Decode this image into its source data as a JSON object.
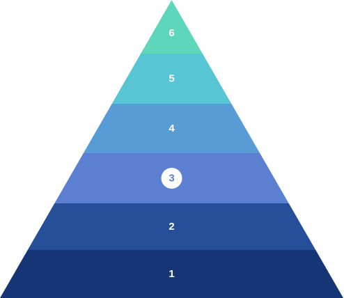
{
  "pyramid": {
    "highlighted_level": "3",
    "levels": [
      {
        "label": "6",
        "color": "#5dd6bc"
      },
      {
        "label": "5",
        "color": "#58c5d5"
      },
      {
        "label": "4",
        "color": "#579cd4"
      },
      {
        "label": "3",
        "color": "#5b80d2"
      },
      {
        "label": "2",
        "color": "#264f9a"
      },
      {
        "label": "1",
        "color": "#163574"
      }
    ],
    "highlight_marker_color": "#ffffff"
  }
}
